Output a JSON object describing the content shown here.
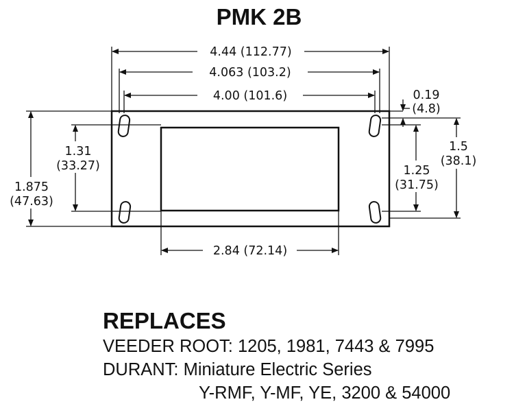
{
  "title": "PMK 2B",
  "dimensions": {
    "overall_width": "4.44 (112.77)",
    "slot_outer_width": "4.063 (103.2)",
    "slot_center_width": "4.00 (101.6)",
    "top_offset_in": "0.19",
    "top_offset_mm": "(4.8)",
    "left_slot_spacing_in": "1.31",
    "left_slot_spacing_mm": "(33.27)",
    "overall_height_in": "1.875",
    "overall_height_mm": "(47.63)",
    "right_outer_in": "1.5",
    "right_outer_mm": "(38.1)",
    "right_inner_in": "1.25",
    "right_inner_mm": "(31.75)",
    "window_width": "2.84 (72.14)"
  },
  "replaces": {
    "heading": "REPLACES",
    "veeder": "VEEDER ROOT: 1205, 1981, 7443 & 7995",
    "durant": "DURANT: Miniature Electric Series",
    "durant_models": "Y-RMF, Y-MF, YE, 3200 & 54000"
  }
}
